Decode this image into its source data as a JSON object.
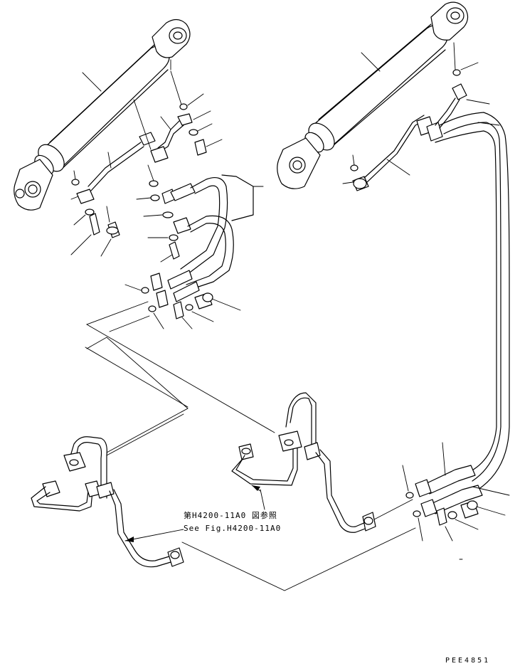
{
  "reference": {
    "japanese": "第H4200-11A0 図参照",
    "english": "See Fig.H4200-11A0"
  },
  "drawing_code": "PEE4851",
  "icons": {
    "left_cylinder": "hydraulic-cylinder-icon",
    "right_cylinder": "hydraulic-cylinder-icon",
    "hoses": "hydraulic-hose-icon",
    "tubes": "hydraulic-tube-icon"
  }
}
